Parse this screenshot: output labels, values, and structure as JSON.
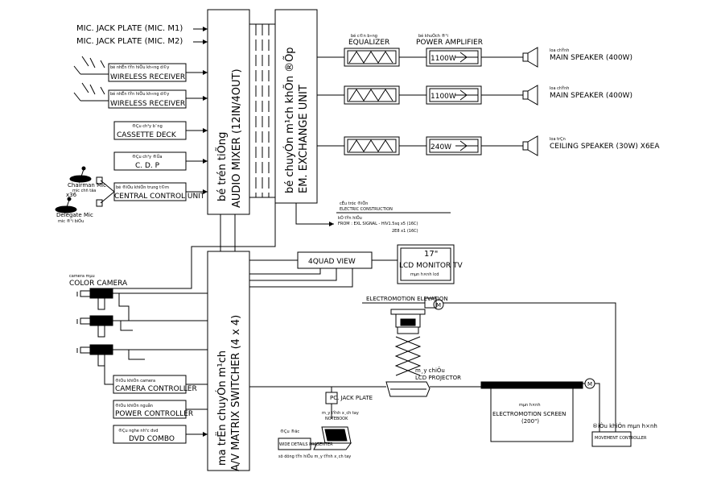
{
  "mic_inputs": [
    {
      "label": "MIC. JACK PLATE (MIC. M1)"
    },
    {
      "label": "MIC. JACK PLATE (MIC. M2)"
    }
  ],
  "wireless_receivers": [
    {
      "note": "bé nhËn tÝn hiÖu kh«ng d©y",
      "label": "WIRELESS RECEIVER"
    },
    {
      "note": "bé nhËn tÝn hiÖu kh«ng d©y",
      "label": "WIRELESS RECEIVER"
    }
  ],
  "cassette": {
    "note": "®Çu ch¹y b¨ng",
    "label": "CASSETTE DECK"
  },
  "cdp": {
    "note": "®Çu ch¹y ®Üa",
    "label": "C. D. P"
  },
  "central_control": {
    "note": "bé ®iÒu khiÓn trung t©m",
    "label": "CENTRAL CONTROL UNIT"
  },
  "chairman_mic": {
    "label": "Chairman Mic",
    "note": "mic chñ täa",
    "count": "x36"
  },
  "delegate_mic": {
    "label": "Delegate Mic",
    "note": "mic ®¹i biÓu"
  },
  "audio_mixer": {
    "note": "bé trén tiÕng",
    "label": "AUDIO MIXER (12IN/4OUT)"
  },
  "exchange_unit": {
    "note": "bé chuyÓn m¹ch khÕn ®Õp",
    "label": "EM. EXCHANGE UNIT"
  },
  "equalizer_header": {
    "note": "bé c©n b»ng",
    "label": "EQUALIZER"
  },
  "amplifier_header": {
    "note": "bé khuÕch ®¹i",
    "label": "POWER AMPLIFIER"
  },
  "channels": [
    {
      "amp": "1100W",
      "speaker_note": "loa chÝnh",
      "speaker": "MAIN SPEAKER (400W)"
    },
    {
      "amp": "1100W",
      "speaker_note": "loa chÝnh",
      "speaker": "MAIN SPEAKER (400W)"
    },
    {
      "amp": "240W",
      "speaker_note": "loa trÇn",
      "speaker": "CEILING SPEAKER (30W) X6EA"
    }
  ],
  "electric_construction": {
    "note": "cÊu tróc ®iÖn",
    "label": "ELECTRIC CONSTRUCTION",
    "line1": "kÕ tÝn hiÖu",
    "line2": "FROM : EXL SIGNAL - HIV1.5sq x5 (16C)",
    "line3": "2E8 x1 (16C)"
  },
  "quad_view": {
    "label": "4QUAD VIEW"
  },
  "lcd_monitor": {
    "size": "17\"",
    "label": "LCD MONITOR TV",
    "note": "mµn h×nh lcd"
  },
  "matrix_switcher": {
    "note": "ma trËn chuyÓn m¹ch",
    "label": "A/V MATRIX SWITCHER (4 x 4)"
  },
  "color_camera": {
    "note": "camera mµu",
    "label": "COLOR CAMERA"
  },
  "camera_controller": {
    "note": "®iÒu khiÓn camera",
    "label": "CAMERA CONTROLLER"
  },
  "power_controller": {
    "note": "®iÒu khiÓn nguån",
    "label": "POWER CONTROLLER"
  },
  "dvd_combo": {
    "note": "®Çu nghe nh¹c dvd",
    "label": "DVD COMBO"
  },
  "electromotion_elevation": {
    "label": "ELECTROMOTION ELEVATION",
    "motor": "M"
  },
  "lcd_projector": {
    "note": "m¸y chiÕu",
    "label": "LCD PROJECTOR"
  },
  "screen": {
    "note": "mµn h×nh",
    "label": "ELECTROMOTION SCREEN",
    "size": "(200\")",
    "motor": "M"
  },
  "movement_controller": {
    "note": "®iÒu khiÓn mµn h×nh",
    "label": "MOVEMENT CONTROLLER"
  },
  "pc_jack": {
    "label": "PC. JACK PLATE"
  },
  "notebook": {
    "note": "m¸y tÝnh x¸ch tay",
    "label": "NOTEBOOK"
  },
  "document_camera": {
    "note": "®Çu ®äc",
    "label": "WIDE DETAILS PRESENTER",
    "note2": "sö dông tÝn hiÖu m¸y tÝnh x¸ch tay"
  }
}
